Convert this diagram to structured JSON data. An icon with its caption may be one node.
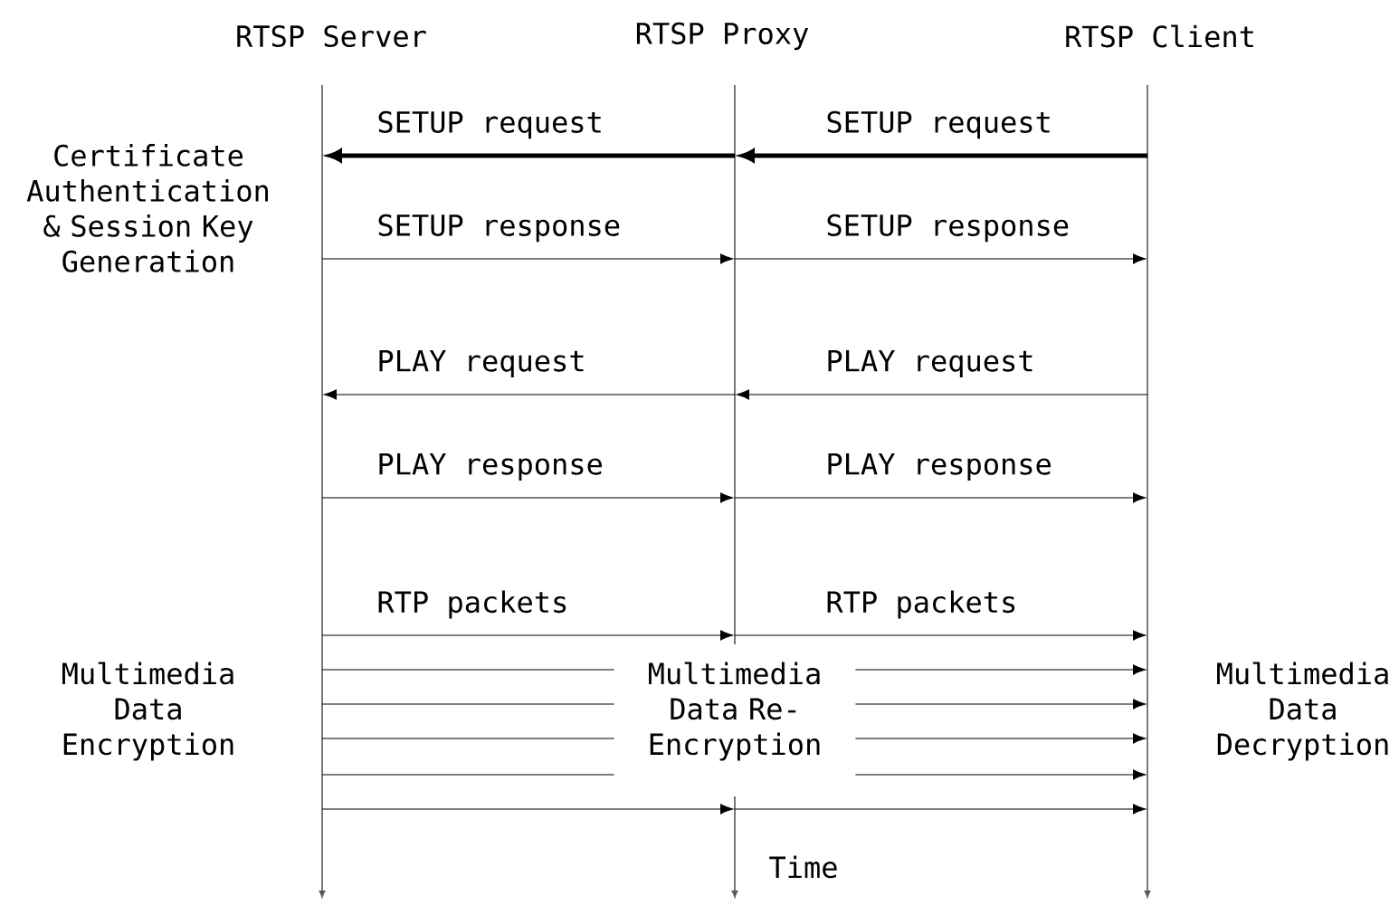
{
  "diagram": {
    "nodes": [
      {
        "text": [],
        "shape": "bar",
        "beside": [
          "RTSP Server"
        ]
      },
      {
        "text": [],
        "shape": "bar",
        "beside": [
          "RTSP Proxy"
        ]
      },
      {
        "text": [],
        "shape": "bar",
        "beside": [
          "RTSP Client"
        ]
      },
      {
        "text": [
          "Multimedia Data Re-Encryption"
        ]
      },
      {
        "text": [],
        "shape": "bar",
        "beside": [
          "Time"
        ]
      }
    ],
    "edges": [
      {
        "from": 2,
        "to": 1,
        "arrow": "to",
        "label": "SETUP request",
        "style": "thick"
      },
      {
        "from": 1,
        "to": 0,
        "arrow": "to",
        "label": "SETUP request",
        "style": "thick"
      },
      {
        "from": 0,
        "to": 1,
        "arrow": "to",
        "label": "SETUP response"
      },
      {
        "from": 1,
        "to": 2,
        "arrow": "to",
        "label": "SETUP response"
      },
      {
        "from": 2,
        "to": 1,
        "arrow": "to",
        "label": "PLAY request"
      },
      {
        "from": 1,
        "to": 0,
        "arrow": "to",
        "label": "PLAY request"
      },
      {
        "from": 0,
        "to": 1,
        "arrow": "to",
        "label": "PLAY response"
      },
      {
        "from": 1,
        "to": 2,
        "arrow": "to",
        "label": "PLAY response"
      },
      {
        "from": 0,
        "to": 1,
        "arrow": "to",
        "label": "RTP packets"
      },
      {
        "from": 1,
        "to": 2,
        "arrow": "to",
        "label": "RTP packets"
      },
      {
        "from": 0,
        "to": 3,
        "arrow": "none"
      },
      {
        "from": 0,
        "to": 3,
        "arrow": "none"
      },
      {
        "from": 0,
        "to": 3,
        "arrow": "none"
      },
      {
        "from": 0,
        "to": 3,
        "arrow": "none"
      },
      {
        "from": 3,
        "to": 2,
        "arrow": "to"
      },
      {
        "from": 3,
        "to": 2,
        "arrow": "to"
      },
      {
        "from": 3,
        "to": 2,
        "arrow": "to"
      },
      {
        "from": 3,
        "to": 2,
        "arrow": "to"
      },
      {
        "from": 0,
        "to": 4,
        "arrow": "to"
      },
      {
        "from": 4,
        "to": 2,
        "arrow": "to"
      }
    ],
    "labels": [
      "Certificate Authentication & Session Key Generation",
      "Multimedia Data Encryption",
      "Multimedia Data Decryption"
    ]
  }
}
